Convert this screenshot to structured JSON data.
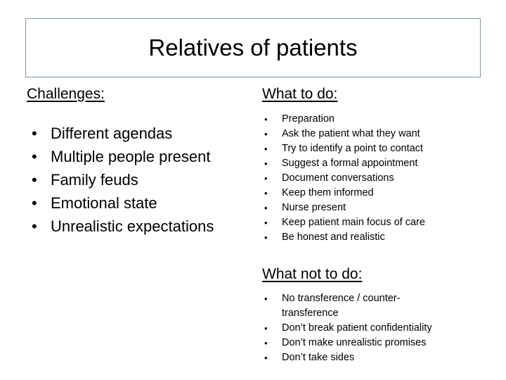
{
  "slide": {
    "title": "Relatives of patients",
    "title_border_color": "#7c96a6",
    "background_color": "#ffffff",
    "text_color": "#000000",
    "bullet_glyph": "•"
  },
  "left_column": {
    "heading": "Challenges:",
    "items": [
      "Different agendas",
      "Multiple people present",
      "Family feuds",
      "Emotional state",
      "Unrealistic expectations"
    ]
  },
  "right_column": {
    "what_to_do": {
      "heading": "What to do:",
      "items": [
        "Preparation",
        "Ask the patient what they want",
        "Try to identify a point to contact",
        "Suggest a formal appointment",
        "Document conversations",
        "Keep them informed",
        "Nurse present",
        "Keep patient main focus of care",
        "Be honest and realistic"
      ]
    },
    "what_not_to_do": {
      "heading": "What not to do:",
      "items": [
        "No transference / counter-",
        "Don’t break patient confidentiality",
        "Don’t make unrealistic promises",
        "Don’t take sides"
      ],
      "first_item_wrap_line": "transference"
    }
  }
}
